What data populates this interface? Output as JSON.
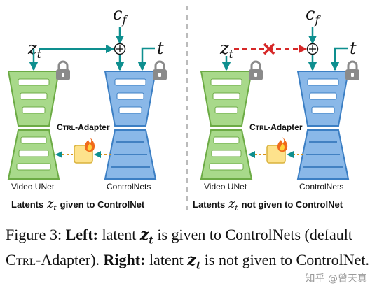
{
  "left_panel": {
    "input_latent": "z",
    "input_latent_sub": "t",
    "condition": "c",
    "condition_sub": "f",
    "timestep": "t",
    "adapter_label_prefix": "C",
    "adapter_label_small": "TRL",
    "adapter_label_suffix": "-Adapter",
    "unet_label": "Video UNet",
    "controlnet_label": "ControlNets",
    "caption_pre": "Latents",
    "caption_post": "given to ControlNet"
  },
  "right_panel": {
    "input_latent": "z",
    "input_latent_sub": "t",
    "condition": "c",
    "condition_sub": "f",
    "timestep": "t",
    "adapter_label_prefix": "C",
    "adapter_label_small": "TRL",
    "adapter_label_suffix": "-Adapter",
    "unet_label": "Video UNet",
    "controlnet_label": "ControlNets",
    "caption_pre": "Latents",
    "caption_post": "not given to ControlNet"
  },
  "colors": {
    "unet_fill": "#a8d98a",
    "unet_stroke": "#6cab45",
    "controlnet_fill": "#8ab8e8",
    "controlnet_stroke": "#3c7fc4",
    "arrow": "#0e8f8f",
    "dashed_arrow": "#d62828",
    "adapter_fill": "#fde28c",
    "divider": "#bbbbbb"
  },
  "caption": {
    "figure_label": "Figure 3:",
    "left_label": "Left:",
    "left_text_1": "latent",
    "left_text_2": "is given to ControlNets (default C",
    "left_text_sc": "trl",
    "left_text_3": "-Adapter).",
    "right_label": "Right:",
    "right_text_1": "latent",
    "right_text_2": "is not given to ControlNet.",
    "latent_symbol": "z",
    "latent_sub": "t"
  },
  "watermark": "知乎 @曾天真"
}
